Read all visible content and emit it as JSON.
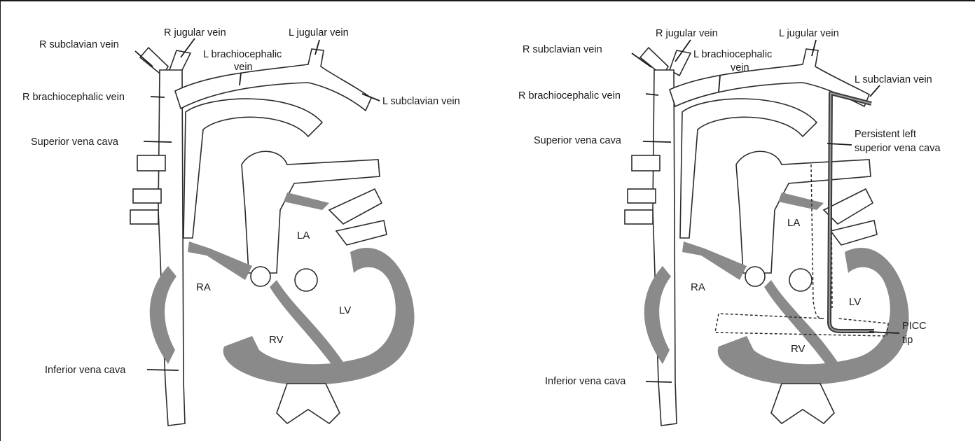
{
  "left_diagram": {
    "labels": {
      "r_subclavian": "R subclavian vein",
      "r_jugular": "R jugular vein",
      "l_jugular": "L jugular vein",
      "l_brachiocephalic_line1": "L brachiocephalic",
      "l_brachiocephalic_line2": "vein",
      "l_subclavian": "L subclavian vein",
      "r_brachiocephalic": "R brachiocephalic vein",
      "superior_vena_cava": "Superior vena cava",
      "inferior_vena_cava": "Inferior vena cava",
      "la": "LA",
      "ra": "RA",
      "lv": "LV",
      "rv": "RV"
    }
  },
  "right_diagram": {
    "labels": {
      "r_subclavian": "R subclavian vein",
      "r_jugular": "R jugular vein",
      "l_jugular": "L jugular vein",
      "l_brachiocephalic_line1": "L brachiocephalic",
      "l_brachiocephalic_line2": "vein",
      "l_subclavian": "L subclavian vein",
      "r_brachiocephalic": "R brachiocephalic vein",
      "superior_vena_cava": "Superior vena cava",
      "persistent_lsvc_line1": "Persistent left",
      "persistent_lsvc_line2": "superior vena cava",
      "inferior_vena_cava": "Inferior vena cava",
      "picc_tip_line1": "PICC",
      "picc_tip_line2": "tip",
      "la": "LA",
      "ra": "RA",
      "lv": "LV",
      "rv": "RV"
    }
  }
}
